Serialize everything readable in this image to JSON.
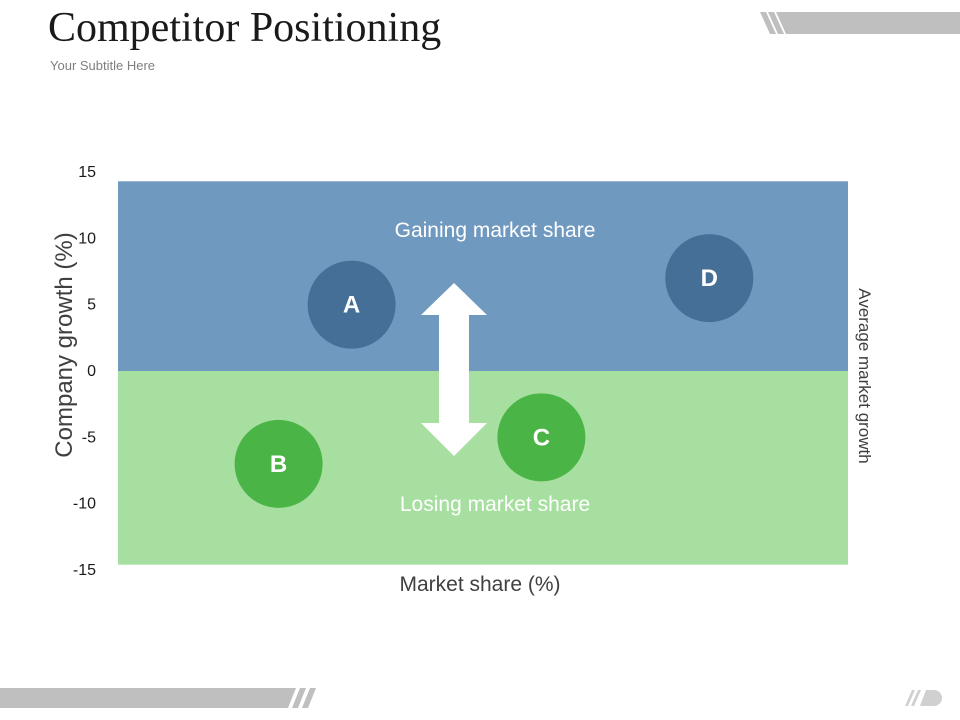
{
  "title": "Competitor Positioning",
  "subtitle": "Your Subtitle Here",
  "colors": {
    "gain_zone": "#7099bf",
    "lose_zone": "#a6dfa0",
    "gain_bubble": "#456f96",
    "lose_bubble": "#4bb446",
    "arrow": "#ffffff",
    "deco_bar": "#bfbfbf"
  },
  "chart_data": {
    "type": "scatter",
    "title": "",
    "xlabel": "Market share (%)",
    "ylabel": "Company growth (%)",
    "right_label": "Average market growth",
    "ylim": [
      -15,
      15
    ],
    "y_ticks": [
      15,
      10,
      5,
      0,
      -5,
      -10,
      -15
    ],
    "zones": [
      {
        "label": "Gaining market share",
        "y_from": 0,
        "y_to": 14.3
      },
      {
        "label": "Losing market share",
        "y_from": -14.6,
        "y_to": 0
      }
    ],
    "points": [
      {
        "label": "A",
        "x": 32,
        "y": 5,
        "zone": "gain"
      },
      {
        "label": "B",
        "x": 22,
        "y": -7,
        "zone": "lose"
      },
      {
        "label": "C",
        "x": 58,
        "y": -5,
        "zone": "lose"
      },
      {
        "label": "D",
        "x": 81,
        "y": 7,
        "zone": "gain"
      }
    ]
  }
}
